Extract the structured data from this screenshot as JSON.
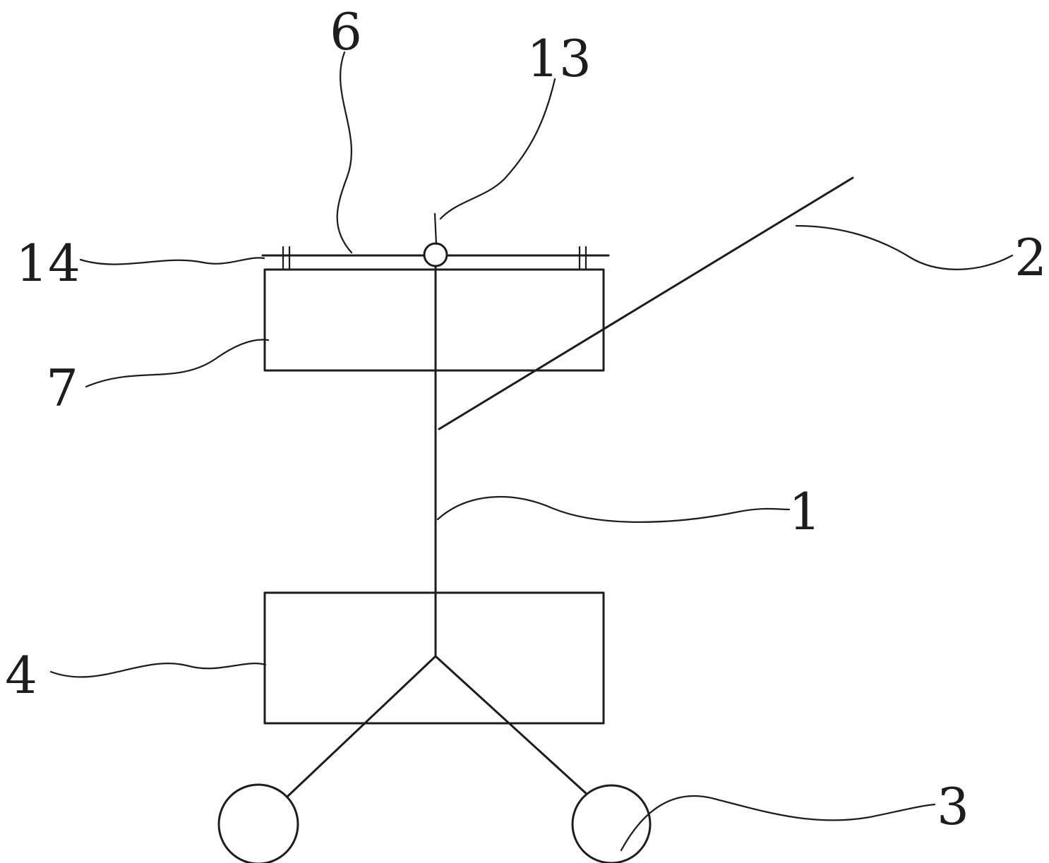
{
  "figure": {
    "kind": "patent-line-drawing",
    "description": "Wheeled stand apparatus with top cross bar, upper housing box, vertical shaft, lower base box, two ground wheels and a long diagonal member, annotated with numeric reference leaders"
  },
  "labels": {
    "n1": "1",
    "n2": "2",
    "n3": "3",
    "n4": "4",
    "n6": "6",
    "n7": "7",
    "n13": "13",
    "n14": "14"
  },
  "style": {
    "line_color": "#1d1d1d",
    "background": "#ffffff"
  }
}
